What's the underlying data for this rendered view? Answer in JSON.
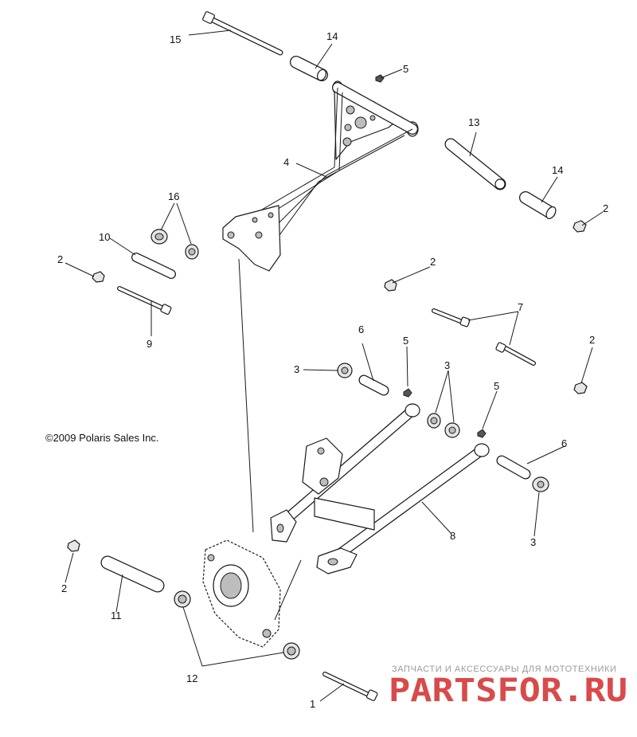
{
  "callouts": {
    "c1": "1",
    "c2a": "2",
    "c2b": "2",
    "c2c": "2",
    "c2d": "2",
    "c2e": "2",
    "c3a": "3",
    "c3b": "3",
    "c3c": "3",
    "c4": "4",
    "c5a": "5",
    "c5b": "5",
    "c5c": "5",
    "c6a": "6",
    "c6b": "6",
    "c7": "7",
    "c8": "8",
    "c9": "9",
    "c10": "10",
    "c11": "11",
    "c12": "12",
    "c13": "13",
    "c14a": "14",
    "c14b": "14",
    "c15": "15",
    "c16": "16"
  },
  "copyright": "©2009 Polaris Sales Inc.",
  "watermark": {
    "tagline": "ЗАПЧАСТИ И АКСЕССУАРЫ ДЛЯ МОТОТЕХНИКИ",
    "logo": "PARTSFOR.RU",
    "logo_color": "#d94a4a"
  }
}
